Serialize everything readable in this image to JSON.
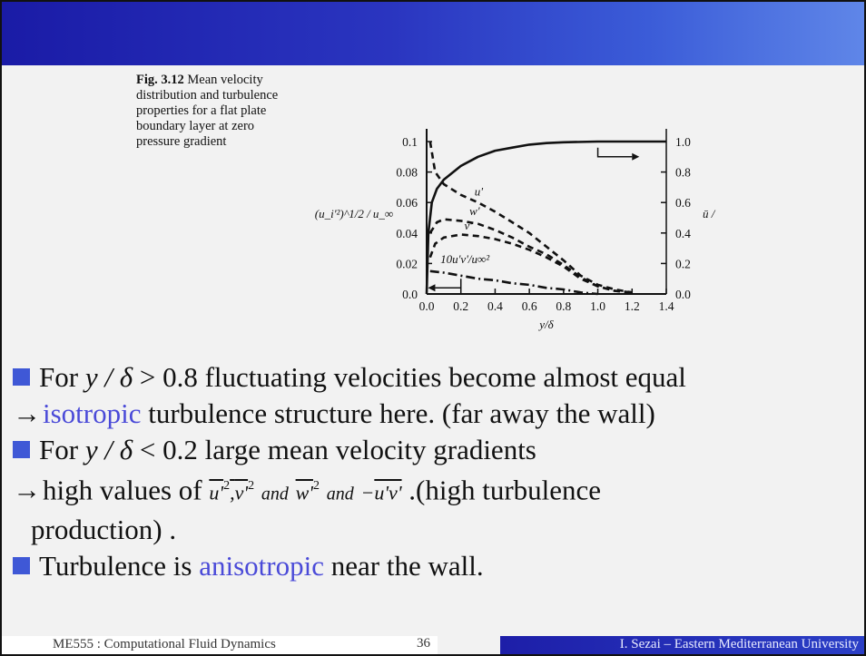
{
  "caption": {
    "fig_label": "Fig. 3.12",
    "text": "Mean velocity distribution and turbulence properties for a flat plate boundary layer at zero pressure gradient"
  },
  "chart_data": {
    "type": "line",
    "xlabel": "y/δ",
    "ylabel_left": "(u_i'²)^1/2 / u_∞",
    "ylabel_right": "ū / u_∞",
    "x_ticks": [
      "0.0",
      "0.2",
      "0.4",
      "0.6",
      "0.8",
      "1.0",
      "1.2",
      "1.4"
    ],
    "y_left_ticks": [
      "0.0",
      "0.02",
      "0.04",
      "0.06",
      "0.08",
      "0.1"
    ],
    "y_right_ticks": [
      "0.0",
      "0.2",
      "0.4",
      "0.6",
      "0.8",
      "1.0"
    ],
    "xlim": [
      0,
      1.4
    ],
    "ylim_left": [
      0,
      0.1
    ],
    "ylim_right": [
      0,
      1.0
    ],
    "series": [
      {
        "name": "ū/u∞",
        "axis": "right",
        "style": "solid",
        "x": [
          0.0,
          0.01,
          0.03,
          0.06,
          0.1,
          0.2,
          0.3,
          0.4,
          0.5,
          0.6,
          0.7,
          0.8,
          1.0,
          1.2,
          1.4
        ],
        "y": [
          0.0,
          0.4,
          0.6,
          0.69,
          0.75,
          0.84,
          0.9,
          0.94,
          0.96,
          0.98,
          0.99,
          0.995,
          1.0,
          1.0,
          1.0
        ]
      },
      {
        "name": "u'",
        "axis": "left",
        "style": "dashed",
        "x": [
          0.02,
          0.05,
          0.1,
          0.2,
          0.3,
          0.4,
          0.5,
          0.6,
          0.7,
          0.8,
          0.9,
          1.0,
          1.1,
          1.2
        ],
        "y": [
          0.1,
          0.08,
          0.072,
          0.065,
          0.06,
          0.054,
          0.047,
          0.04,
          0.031,
          0.022,
          0.012,
          0.006,
          0.003,
          0.001
        ]
      },
      {
        "name": "w'",
        "axis": "left",
        "style": "dashed",
        "x": [
          0.02,
          0.06,
          0.1,
          0.2,
          0.3,
          0.4,
          0.5,
          0.6,
          0.7,
          0.8,
          0.9,
          1.0,
          1.1,
          1.2
        ],
        "y": [
          0.04,
          0.047,
          0.049,
          0.048,
          0.046,
          0.042,
          0.037,
          0.031,
          0.026,
          0.019,
          0.011,
          0.005,
          0.002,
          0.001
        ]
      },
      {
        "name": "v'",
        "axis": "left",
        "style": "dashed",
        "x": [
          0.02,
          0.05,
          0.1,
          0.2,
          0.3,
          0.4,
          0.5,
          0.6,
          0.7,
          0.8,
          0.9,
          1.0,
          1.1,
          1.2
        ],
        "y": [
          0.024,
          0.033,
          0.037,
          0.039,
          0.038,
          0.036,
          0.033,
          0.029,
          0.024,
          0.018,
          0.01,
          0.005,
          0.002,
          0.001
        ]
      },
      {
        "name": "10u'v'/u∞²",
        "axis": "left",
        "style": "dash-dot",
        "x": [
          0.02,
          0.1,
          0.2,
          0.3,
          0.4,
          0.5,
          0.6,
          0.7,
          0.8,
          0.9,
          1.0
        ],
        "y": [
          0.015,
          0.014,
          0.012,
          0.01,
          0.009,
          0.007,
          0.006,
          0.004,
          0.003,
          0.001,
          0.0
        ]
      }
    ]
  },
  "bullets": {
    "b1_pre": "For ",
    "b1_math": "y / δ",
    "b1_post": " > 0.8 fluctuating velocities become almost equal",
    "b2_arrow": "→",
    "b2_accent": "isotropic",
    "b2_post": " turbulence structure here. (far away the wall)",
    "b3_pre": "For ",
    "b3_math": "y / δ",
    "b3_post": " < 0.2 large mean velocity gradients",
    "b4_arrow": "→",
    "b4_pre": "high values of ",
    "b4_term1": "u'",
    "b4_term2": "v'",
    "b4_and1": "and",
    "b4_term3": "w'",
    "b4_and2": "and",
    "b4_minus": "−",
    "b4_term4": "u'v'",
    "b4_post": " .(high turbulence",
    "b4_cont": "production) .",
    "b5_pre": "Turbulence is ",
    "b5_accent": "anisotropic",
    "b5_post": " near the wall."
  },
  "footer": {
    "course": "ME555 : Computational Fluid Dynamics",
    "page": "36",
    "author": "I. Sezai – Eastern Mediterranean University"
  },
  "colors": {
    "header_start": "#1a1ba6",
    "header_end": "#5f86e8",
    "bullet_square": "#3f58d6",
    "accent_text": "#4a4ad8",
    "footer_right": "#1d1ea8"
  }
}
